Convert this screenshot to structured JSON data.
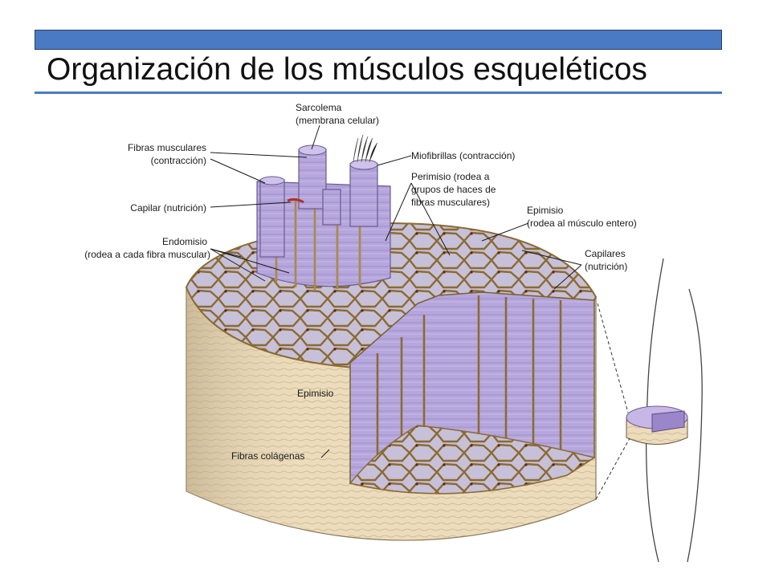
{
  "slide": {
    "title": "Organización de los músculos esqueléticos"
  },
  "labels": {
    "sarcolema_1": "Sarcolema",
    "sarcolema_2": "(membrana celular)",
    "fibras_1": "Fibras musculares",
    "fibras_2": "(contracción)",
    "capilar": "Capilar (nutrición)",
    "endomisio_1": "Endomisio",
    "endomisio_2": "(rodea a cada fibra muscular)",
    "miofibrillas": "Miofibrillas (contracción)",
    "perimisio_1": "Perimisio (rodea a",
    "perimisio_2": "grupos de haces de",
    "perimisio_3": "fibras musculares)",
    "epimisio_1": "Epimisio",
    "epimisio_2": "(rodea al músculo entero)",
    "capilares_1": "Capilares",
    "capilares_2": "(nutrición)",
    "epimisio_side": "Epimisio",
    "fibras_colagenas": "Fibras colágenas"
  },
  "colors": {
    "accent_bar": "#4a7ac4",
    "fiber_purple": "#b5a6dc",
    "epimysium_tan": "#ecdcbc",
    "perimysium_brown": "#a9894a"
  }
}
